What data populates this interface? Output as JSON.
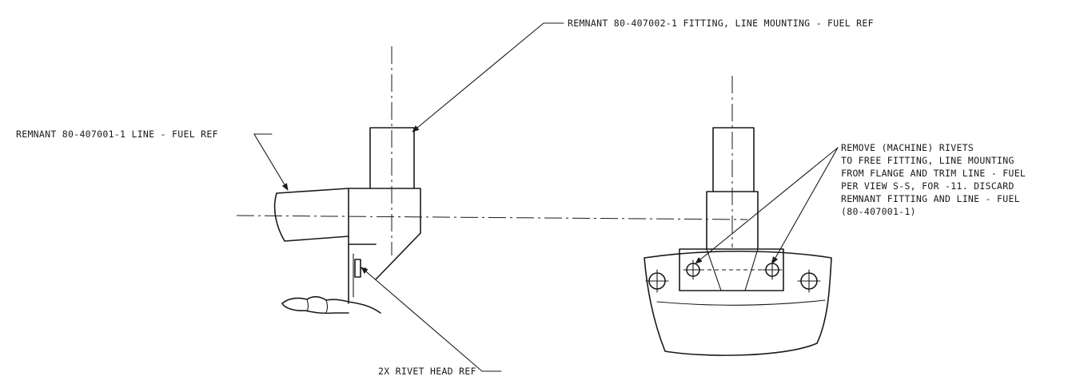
{
  "labels": {
    "fitting_ref": "REMNANT 80-407002-1 FITTING, LINE MOUNTING - FUEL REF",
    "line_ref": "REMNANT 80-407001-1 LINE - FUEL REF",
    "rivet_ref": "2X RIVET HEAD REF",
    "remove_note": [
      "REMOVE (MACHINE) RIVETS",
      "TO FREE FITTING, LINE MOUNTING",
      "FROM FLANGE AND TRIM LINE - FUEL",
      "PER VIEW S-S, FOR -11. DISCARD",
      "REMNANT FITTING AND LINE - FUEL",
      "(80-407001-1)"
    ]
  }
}
